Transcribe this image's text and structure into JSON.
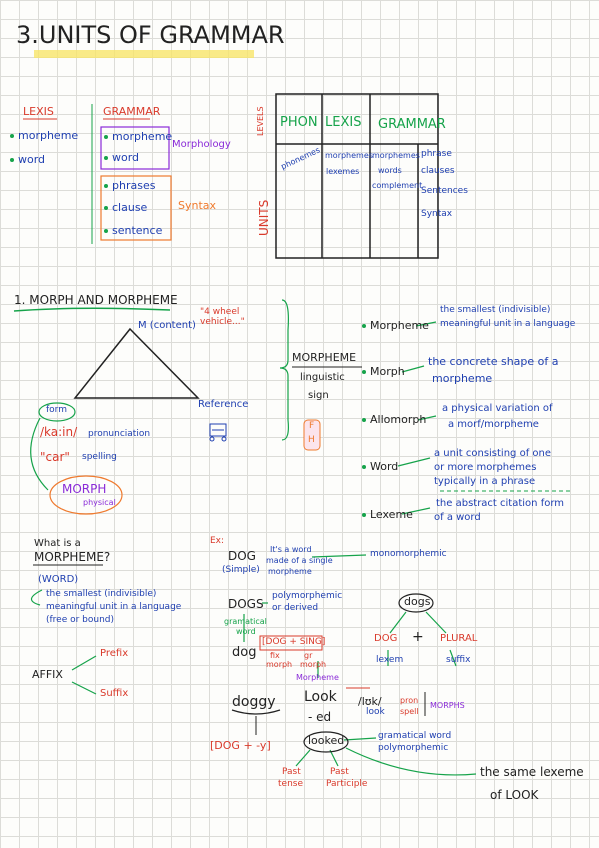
{
  "title": "3.UNITS OF GRAMMAR",
  "top": {
    "lexis_header": "LEXIS",
    "lexis_items": [
      "morpheme",
      "word"
    ],
    "grammar_header": "GRAMMAR",
    "morph_items": [
      "morpheme",
      "word"
    ],
    "morphology": "Morphology",
    "syntax_items": [
      "phrases",
      "clause",
      "sentence"
    ],
    "syntax": "Syntax"
  },
  "table": {
    "levels": "LEVELS",
    "units": "UNITS",
    "h_phon": "PHON",
    "h_lexis": "LEXIS",
    "h_grammar": "GRAMMAR",
    "phon": "phonemes",
    "lexis": [
      "morphemes",
      "lexemes"
    ],
    "gram1": [
      "morphemes",
      "words",
      "complement"
    ],
    "gram2": [
      "phrase",
      "clauses",
      "Sentences",
      "Syntax"
    ]
  },
  "sec1": {
    "heading": "1. MORPH AND MORPHEME",
    "m_content": "M (content)",
    "quote": "\"4 wheel vehicle...\"",
    "reference": "Reference",
    "form": "form",
    "pron": "/ka:in/",
    "pron_label": "pronunciation",
    "car": "\"car\"",
    "spelling": "spelling",
    "morph": "MORPH",
    "physical": "physical",
    "morpheme_big": "MORPHEME",
    "linguistic": "linguistic",
    "sign": "sign",
    "f": "F",
    "h": "H",
    "defs": [
      {
        "term": "Morpheme",
        "d1": "the smallest (indivisible)",
        "d2": "meaningful unit in a language"
      },
      {
        "term": "Morph",
        "d1": "the concrete shape of a",
        "d2": "morpheme"
      },
      {
        "term": "Allomorph",
        "d1": "a physical variation of",
        "d2": "a morf/morpheme"
      },
      {
        "term": "Word",
        "d1": "a unit consisting of one",
        "d2": "or more morphemes",
        "d3": "typically in a phrase"
      },
      {
        "term": "Lexeme",
        "d1": "the abstract citation form",
        "d2": "of a word"
      }
    ]
  },
  "bottom": {
    "what_is": "What is a",
    "morpheme_q": "MORPHEME?",
    "word_paren": "(WORD)",
    "def1": "the smallest (indivisible)",
    "def2": "meaningful unit in a language",
    "def3": "(free or bound)",
    "affix": "AFFIX",
    "prefix": "Prefix",
    "suffix": "Suffix",
    "ex": "Ex:",
    "dog": "DOG",
    "simple": "(Simple)",
    "dog_desc1": "It's a word",
    "dog_desc2": "made of a single",
    "dog_desc3": "morpheme",
    "monomorphemic": "monomorphemic",
    "dogs": "DOGS",
    "dogs_desc1": "polymorphemic",
    "dogs_desc2": "or derived",
    "gram_word1": "gramatical",
    "gram_word2": "word",
    "dog_sing": "[DOG + SING]",
    "fix": "fix",
    "morph_lbl": "morph",
    "gr": "gr",
    "morph_lbl2": "morph",
    "dog_small": "dog",
    "dogs_tree": "dogs",
    "tree_dog": "DOG",
    "plus": "+",
    "plural": "PLURAL",
    "lexem": "lexem",
    "suffix2": "suffix",
    "morpheme_small": "Morpheme",
    "look": "Look",
    "ed": "- ed",
    "lukt": "/lʊk/",
    "look_slash": "look",
    "pron": "pron",
    "spell": "spell",
    "morphs": "MORPHS",
    "doggy": "doggy",
    "dog_y": "[DOG + -y]",
    "looked": "looked",
    "gram_word_r1": "gramatical word",
    "gram_word_r2": "polymorphemic",
    "past_tense1": "Past",
    "past_tense2": "tense",
    "past_part1": "Past",
    "past_part2": "Participle",
    "same_lexeme1": "the same lexeme",
    "same_lexeme2": "of LOOK"
  }
}
